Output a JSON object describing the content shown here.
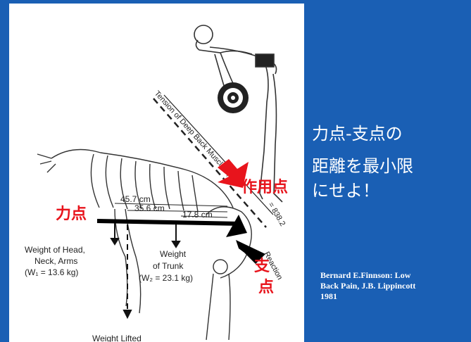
{
  "slide": {
    "headline": [
      "力点-支点の",
      "距離を最小限",
      "にせよ！"
    ],
    "citation": [
      "Bernard E.Finnson: Low",
      "Back Pain, J.B. Lippincott",
      "1981"
    ],
    "colors": {
      "background": "#1a5fb4",
      "label_red": "#e8141c",
      "figure_bg": "#ffffff"
    }
  },
  "diagram": {
    "labels": {
      "effort_point": "力点",
      "action_point": "作用点",
      "fulcrum": [
        "支",
        "点"
      ]
    },
    "distances": [
      "45.7 cm",
      "35.6 cm",
      "17.8 cm"
    ],
    "tension_label": "Tension of Deep Back Muscles (F",
    "tension_value": "= 838.2",
    "reaction_label": "Reaction",
    "weight_head": [
      "Weight of Head,",
      "Neck, Arms",
      "(W₁ = 13.6 kg)"
    ],
    "weight_trunk": [
      "Weight",
      "of Trunk",
      "(W₂ = 23.1 kg)"
    ],
    "weight_lifted": "Weight Lifted"
  }
}
